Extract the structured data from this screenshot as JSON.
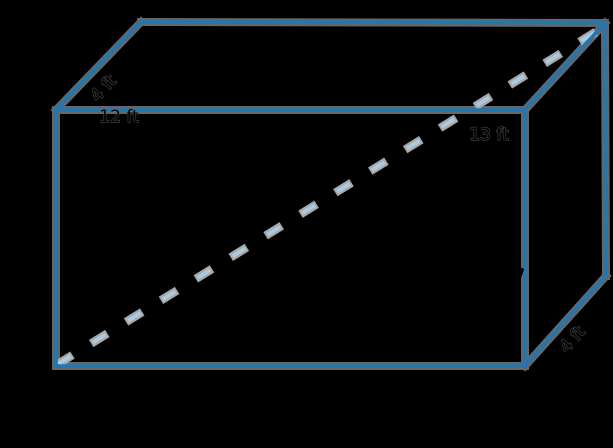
{
  "diagram": {
    "shape": "rectangular prism",
    "diagonal_style": "dashed"
  },
  "colors": {
    "background": "#000000",
    "edge": "#1f77b4",
    "edge_halo": "#666666",
    "diagonal": "#a9cbe2",
    "diagonal_halo": "#a8a8a8",
    "label_text": "#000000",
    "label_halo": "#6e6e6e"
  },
  "labels": {
    "depth_left": "4 ft",
    "top_edge": "12 ft",
    "diagonal": "13 ft",
    "depth_right": "4 ft"
  }
}
